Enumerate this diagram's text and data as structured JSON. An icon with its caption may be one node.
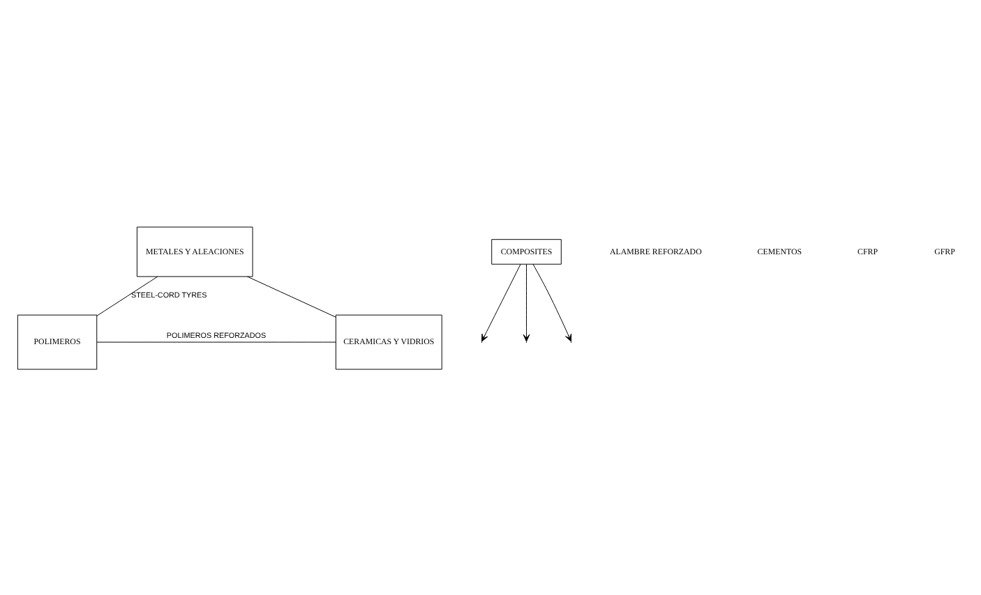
{
  "diagram": {
    "nodes": [
      {
        "text": [
          "METALES Y ALEACIONES"
        ]
      },
      {
        "text": [
          "COMPOSITES"
        ]
      },
      {
        "text": [
          "POLIMEROS"
        ]
      },
      {
        "text": [
          "CERAMICAS Y VIDRIOS"
        ]
      }
    ],
    "edges": [
      {
        "from": 0,
        "to": 2,
        "arrow": "none",
        "label": "STEEL-CORD TYRES"
      },
      {
        "from": 0,
        "to": 3,
        "arrow": "none"
      },
      {
        "from": 2,
        "to": 3,
        "arrow": "none",
        "label": "POLIMEROS REFORZADOS"
      },
      {
        "from": 1,
        "to": null,
        "arrow": "to"
      },
      {
        "from": 1,
        "to": null,
        "arrow": "to"
      },
      {
        "from": 1,
        "to": null,
        "arrow": "to"
      }
    ],
    "labels": [
      "ALAMBRE REFORZADO",
      "CEMENTOS",
      "CFRP",
      "GFRP"
    ]
  }
}
